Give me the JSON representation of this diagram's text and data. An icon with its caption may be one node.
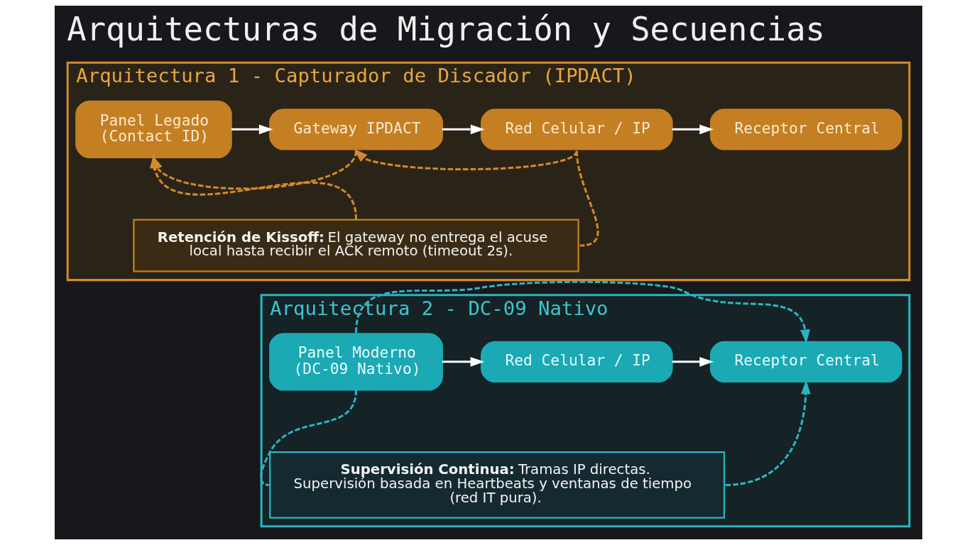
{
  "diagram": {
    "title": "Arquitecturas de Migración y Secuencias",
    "nodes": [
      {
        "text": [
          "Arquitectura 1 - Capturador de Discador (IPDACT)"
        ]
      },
      {
        "text": [
          "Panel Legado (Contact ID)"
        ],
        "in": 0
      },
      {
        "text": [
          "Gateway IPDACT"
        ],
        "in": 0
      },
      {
        "text": [
          "Red Celular / IP"
        ],
        "in": 0
      },
      {
        "text": [
          "Receptor Central"
        ],
        "in": 0
      },
      {
        "text": [
          "**Retención de Kissoff:** El gateway no entrega el acuse local hasta recibir el ACK remoto (timeout 2s)."
        ],
        "in": 0
      },
      {
        "text": [
          "Arquitectura 2 - DC-09 Nativo"
        ]
      },
      {
        "text": [
          "Panel Moderno (DC-09 Nativo)"
        ],
        "in": 6
      },
      {
        "text": [
          "Red Celular / IP"
        ],
        "in": 6
      },
      {
        "text": [
          "Receptor Central"
        ],
        "in": 6
      },
      {
        "text": [
          "**Supervisión Continua:** Tramas IP directas. Supervisión basada en Heartbeats y ventanas de tiempo (red IT pura)."
        ],
        "in": 6
      }
    ],
    "edges": [
      {
        "from": 1,
        "to": 2,
        "arrow": "to"
      },
      {
        "from": 2,
        "to": 3,
        "arrow": "to"
      },
      {
        "from": 3,
        "to": 4,
        "arrow": "to"
      },
      {
        "from": 2,
        "to": 1,
        "arrow": "to",
        "style": "dashed",
        "color": "#d4892a"
      },
      {
        "from": 3,
        "to": 2,
        "arrow": "to",
        "style": "dashed",
        "color": "#d4892a"
      },
      {
        "from": 5,
        "to": 1,
        "arrow": "to",
        "style": "dashed",
        "color": "#d4892a"
      },
      {
        "from": 3,
        "to": 5,
        "arrow": "none",
        "style": "dashed",
        "color": "#d4892a"
      },
      {
        "from": 7,
        "to": 8,
        "arrow": "to"
      },
      {
        "from": 8,
        "to": 9,
        "arrow": "to"
      },
      {
        "from": 7,
        "to": 9,
        "arrow": "to",
        "style": "dashed",
        "color": "#2bb5c0"
      },
      {
        "from": 7,
        "to": 10,
        "arrow": "none",
        "style": "dashed",
        "color": "#2bb5c0"
      },
      {
        "from": 10,
        "to": 9,
        "arrow": "to",
        "style": "dashed",
        "color": "#2bb5c0"
      }
    ]
  }
}
